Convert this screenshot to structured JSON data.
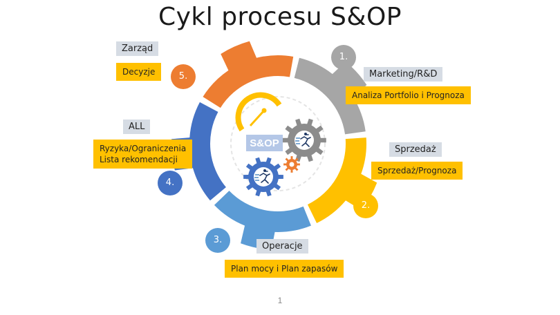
{
  "title": "Cykl procesu S&OP",
  "center_label": "S&OP",
  "page_number": "1",
  "steps": [
    {
      "number": "1.",
      "heading": "Marketing/R&D",
      "content": [
        "Analiza Portfolio i Prognoza"
      ],
      "color": "#a6a6a6"
    },
    {
      "number": "2.",
      "heading": "Sprzedaż",
      "content": [
        "Sprzedaż/Prognoza"
      ],
      "color": "#ffc000"
    },
    {
      "number": "3.",
      "heading": "Operacje",
      "content": [
        "Plan mocy i Plan zapasów"
      ],
      "color": "#5b9bd5"
    },
    {
      "number": "4.",
      "heading": "ALL",
      "content": [
        "Ryzyka/Ograniczenia",
        "Lista rekomendacji"
      ],
      "color": "#4472c4"
    },
    {
      "number": "5.",
      "heading": "Zarząd",
      "content": [
        "Decyzje"
      ],
      "color": "#ed7d31"
    }
  ]
}
